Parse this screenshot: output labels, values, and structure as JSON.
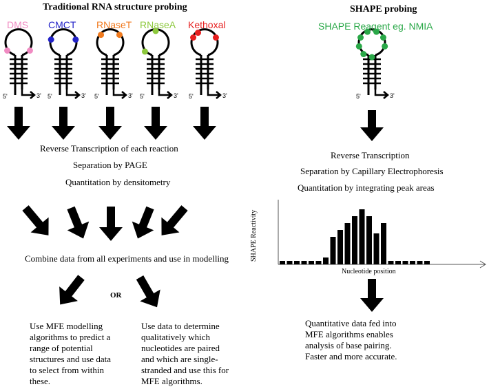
{
  "left": {
    "title": "Traditional RNA structure probing",
    "reagents": [
      {
        "label": "DMS",
        "color": "#f08bc2"
      },
      {
        "label": "CMCT",
        "color": "#2323c8"
      },
      {
        "label": "RNaseT",
        "color": "#f07a1e"
      },
      {
        "label": "RNaseA",
        "color": "#8cc83c"
      },
      {
        "label": "Kethoxal",
        "color": "#e61e1e"
      }
    ],
    "end5": "5'",
    "end3": "3'",
    "steps": [
      "Reverse Transcription of each reaction",
      "Separation by PAGE",
      "Quantitation by densitometry"
    ],
    "combine": "Combine data from all experiments and use in modelling",
    "or": "OR",
    "option1": [
      "Use MFE modelling",
      "algorithms to predict a",
      "range of potential",
      "structures and use data",
      "to select from within",
      "these."
    ],
    "option2": [
      "Use data to determine",
      "qualitatively which",
      "nucleotides are paired",
      "and which are single-",
      "stranded and use this for",
      "MFE algorithms."
    ]
  },
  "right": {
    "title": "SHAPE probing",
    "reagent": {
      "label": "SHAPE Reagent eg. NMIA",
      "color": "#2aa848"
    },
    "end5": "5'",
    "end3": "3'",
    "steps": [
      "Reverse Transcription",
      "Separation by Capillary Electrophoresis",
      "Quantitation by integrating peak areas"
    ],
    "conclusion": [
      "Quantitative data fed into",
      "MFE algorithms enables",
      "analysis of base pairing.",
      "Faster and more accurate."
    ]
  },
  "chart_data": {
    "type": "bar",
    "xlabel": "Nucleotide position",
    "ylabel": "SHAPE Reactivity",
    "values": [
      0.05,
      0.05,
      0.05,
      0.05,
      0.05,
      0.05,
      0.1,
      0.4,
      0.5,
      0.6,
      0.7,
      0.8,
      0.7,
      0.45,
      0.6,
      0.05,
      0.05,
      0.05,
      0.05,
      0.05,
      0.05
    ],
    "ylim": [
      0,
      1
    ],
    "grid": false,
    "legend": "none"
  }
}
